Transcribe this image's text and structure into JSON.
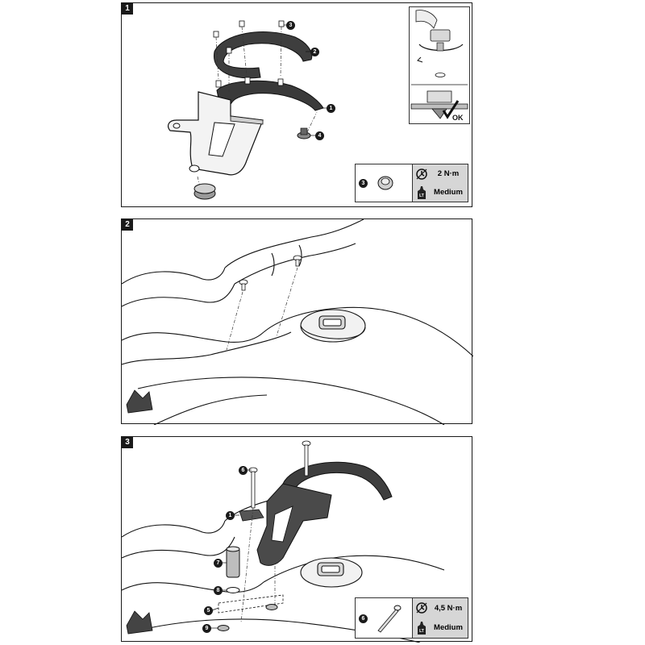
{
  "steps": [
    {
      "number": "1"
    },
    {
      "number": "2"
    },
    {
      "number": "3"
    }
  ],
  "step1": {
    "callouts": [
      "1",
      "2",
      "3",
      "4"
    ],
    "inset_ok": "OK",
    "spec": {
      "part": "3",
      "torque": "2 N·m",
      "threadlock": "Medium",
      "lt_label": "LT"
    }
  },
  "step3": {
    "callouts": [
      "1",
      "5",
      "6",
      "7",
      "8",
      "9"
    ],
    "spec": {
      "part": "6",
      "torque": "4,5 N·m",
      "threadlock": "Medium",
      "lt_label": "LT"
    }
  }
}
